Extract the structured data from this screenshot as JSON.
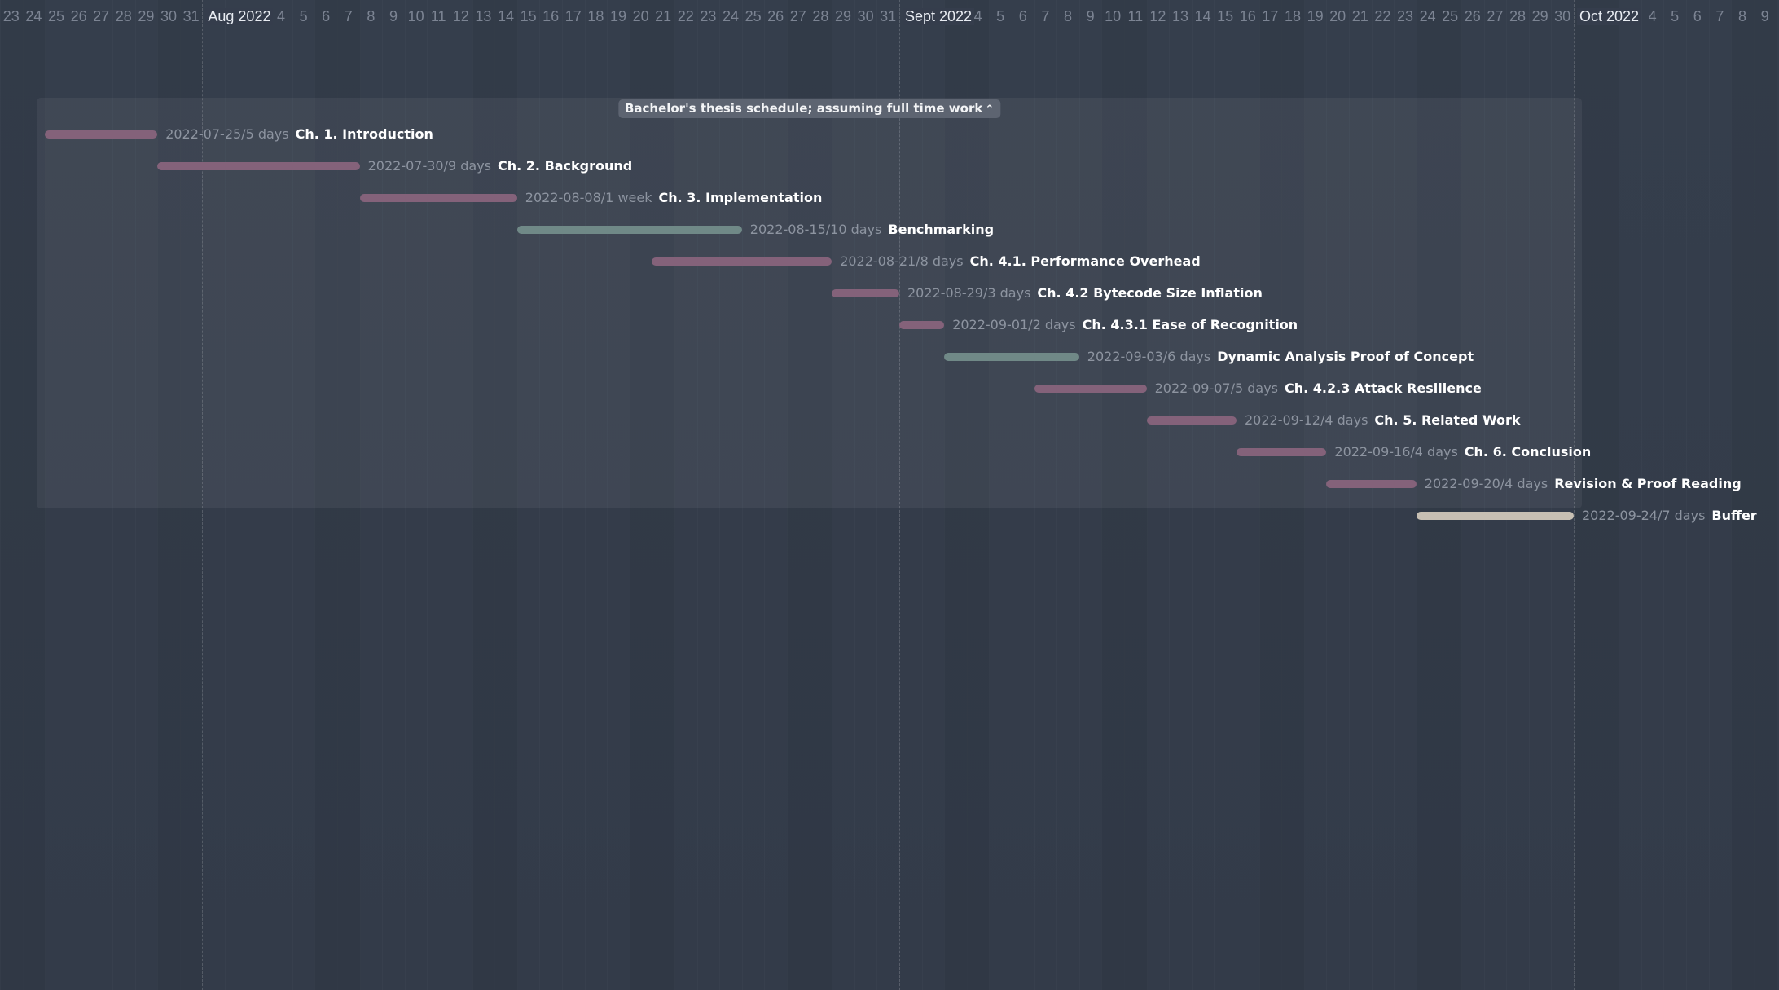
{
  "chart_data": {
    "type": "gantt",
    "timeline": {
      "start_date": "2022-07-23",
      "end_date": "2022-10-09",
      "months": [
        {
          "label": "Aug 2022",
          "date": "2022-08-01"
        },
        {
          "label": "Sept 2022",
          "date": "2022-09-01"
        },
        {
          "label": "Oct 2022",
          "date": "2022-10-01"
        }
      ]
    },
    "group": {
      "title": "Bachelor's thesis schedule; assuming full time work",
      "start": "2022-07-25",
      "end": "2022-10-01"
    },
    "tasks": [
      {
        "start": "2022-07-25",
        "end": "2022-07-30",
        "meta": "2022-07-25/5 days",
        "name": "Ch. 1. Introduction",
        "color": "#84627a"
      },
      {
        "start": "2022-07-30",
        "end": "2022-08-08",
        "meta": "2022-07-30/9 days",
        "name": "Ch. 2. Background",
        "color": "#84627a"
      },
      {
        "start": "2022-08-08",
        "end": "2022-08-15",
        "meta": "2022-08-08/1 week",
        "name": "Ch. 3. Implementation",
        "color": "#84627a"
      },
      {
        "start": "2022-08-15",
        "end": "2022-08-25",
        "meta": "2022-08-15/10 days",
        "name": "Benchmarking",
        "color": "#708987"
      },
      {
        "start": "2022-08-21",
        "end": "2022-08-29",
        "meta": "2022-08-21/8 days",
        "name": "Ch. 4.1. Performance Overhead",
        "color": "#84627a"
      },
      {
        "start": "2022-08-29",
        "end": "2022-09-01",
        "meta": "2022-08-29/3 days",
        "name": "Ch. 4.2 Bytecode Size Inflation",
        "color": "#84627a"
      },
      {
        "start": "2022-09-01",
        "end": "2022-09-03",
        "meta": "2022-09-01/2 days",
        "name": "Ch. 4.3.1 Ease of Recognition",
        "color": "#84627a"
      },
      {
        "start": "2022-09-03",
        "end": "2022-09-09",
        "meta": "2022-09-03/6 days",
        "name": "Dynamic Analysis Proof of Concept",
        "color": "#708987"
      },
      {
        "start": "2022-09-07",
        "end": "2022-09-12",
        "meta": "2022-09-07/5 days",
        "name": "Ch. 4.2.3 Attack Resilience",
        "color": "#84627a"
      },
      {
        "start": "2022-09-12",
        "end": "2022-09-16",
        "meta": "2022-09-12/4 days",
        "name": "Ch. 5. Related Work",
        "color": "#84627a"
      },
      {
        "start": "2022-09-16",
        "end": "2022-09-20",
        "meta": "2022-09-16/4 days",
        "name": "Ch. 6. Conclusion",
        "color": "#84627a"
      },
      {
        "start": "2022-09-20",
        "end": "2022-09-24",
        "meta": "2022-09-20/4 days",
        "name": "Revision & Proof Reading",
        "color": "#84627a"
      },
      {
        "start": "2022-09-24",
        "end": "2022-10-01",
        "meta": "2022-09-24/7 days",
        "name": "Buffer",
        "color": "#c7bfb3"
      }
    ]
  }
}
